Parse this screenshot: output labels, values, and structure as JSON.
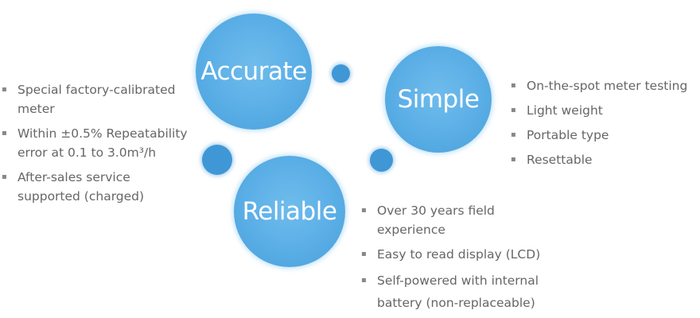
{
  "circles": {
    "accurate": "Accurate",
    "simple": "Simple",
    "reliable": "Reliable"
  },
  "colors": {
    "bubble": "#5aaee6",
    "dot": "#3f97d6",
    "text": "#666666"
  },
  "accurate_features": [
    {
      "line1": "Special factory-calibrated",
      "line2": "meter"
    },
    {
      "line1": "Within ±0.5% Repeatability",
      "line2": "error at 0.1 to 3.0m³/h"
    },
    {
      "line1": "After-sales service",
      "line2": "supported (charged)"
    }
  ],
  "simple_features": [
    "On-the-spot meter testing",
    "Light weight",
    "Portable type",
    "Resettable"
  ],
  "reliable_features": [
    {
      "line1": "Over 30 years field",
      "line2": "experience"
    },
    {
      "line1": "Easy to read display (LCD)",
      "line2": ""
    },
    {
      "line1": "Self-powered with internal",
      "line2": "battery (non-replaceable)"
    }
  ]
}
